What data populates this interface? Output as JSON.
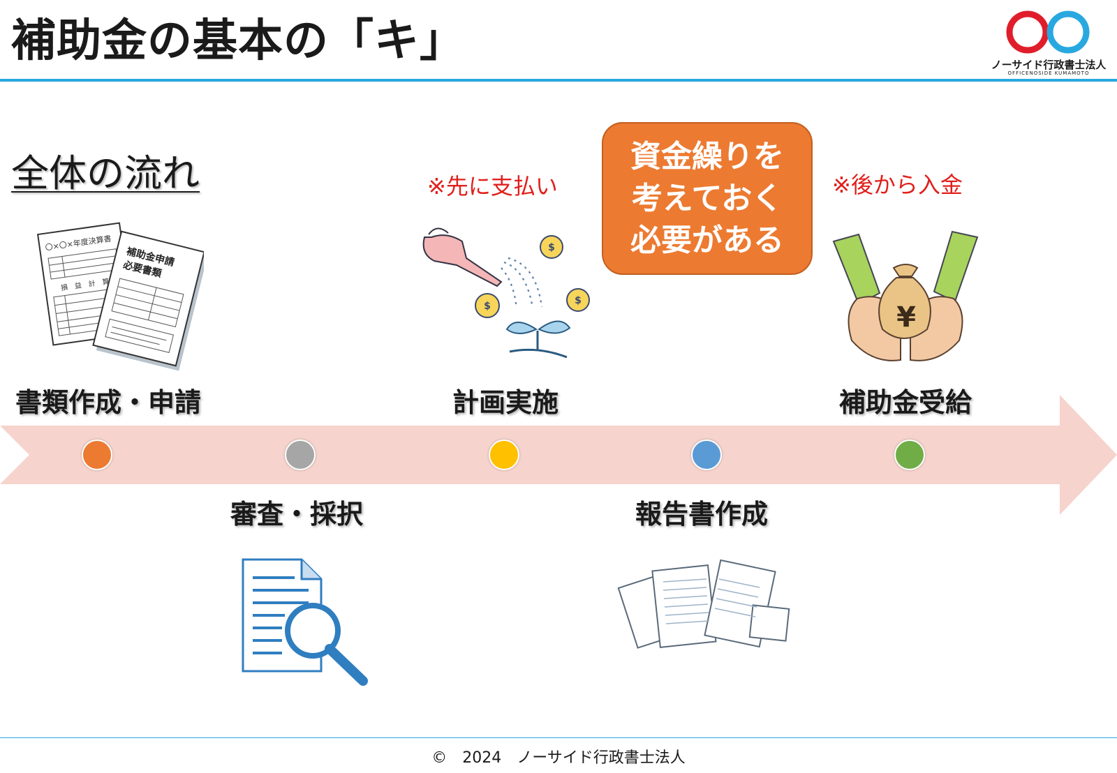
{
  "title": "補助金の基本の「キ」",
  "logo": {
    "name": "ノーサイド行政書士法人",
    "sub": "OFFICENOSIDE KUMAMOTO",
    "colors": {
      "left_ring": "#e01e2b",
      "right_ring": "#29a8e0"
    }
  },
  "subtitle": "全体の流れ",
  "notes": {
    "pay_first": "※先に支払い",
    "receive_later": "※後から入金"
  },
  "callout": {
    "lines": [
      "資金繰りを",
      "考えておく",
      "必要がある"
    ],
    "color": "#ec7a31"
  },
  "document_text": {
    "sheet1_title": "〇×〇×年度決算書",
    "sheet1_section": "損　益　計　算",
    "sheet2_title1": "補助金申請",
    "sheet2_title2": "必要書類"
  },
  "steps": [
    {
      "label": "書類作成・申請",
      "color": "#ec7a31",
      "position": "above",
      "icon": "documents-icon"
    },
    {
      "label": "審査・採択",
      "color": "#a6a6a6",
      "position": "below",
      "icon": "document-magnifier-icon"
    },
    {
      "label": "計画実施",
      "color": "#ffc000",
      "position": "above",
      "icon": "watering-coins-sprout-icon"
    },
    {
      "label": "報告書作成",
      "color": "#5b9bd5",
      "position": "below",
      "icon": "report-papers-icon"
    },
    {
      "label": "補助金受給",
      "color": "#70ad47",
      "position": "above",
      "icon": "hands-yen-bag-icon"
    }
  ],
  "timeline_color": "#f6d3cc",
  "footer": "©　2024　ノーサイド行政書士法人"
}
